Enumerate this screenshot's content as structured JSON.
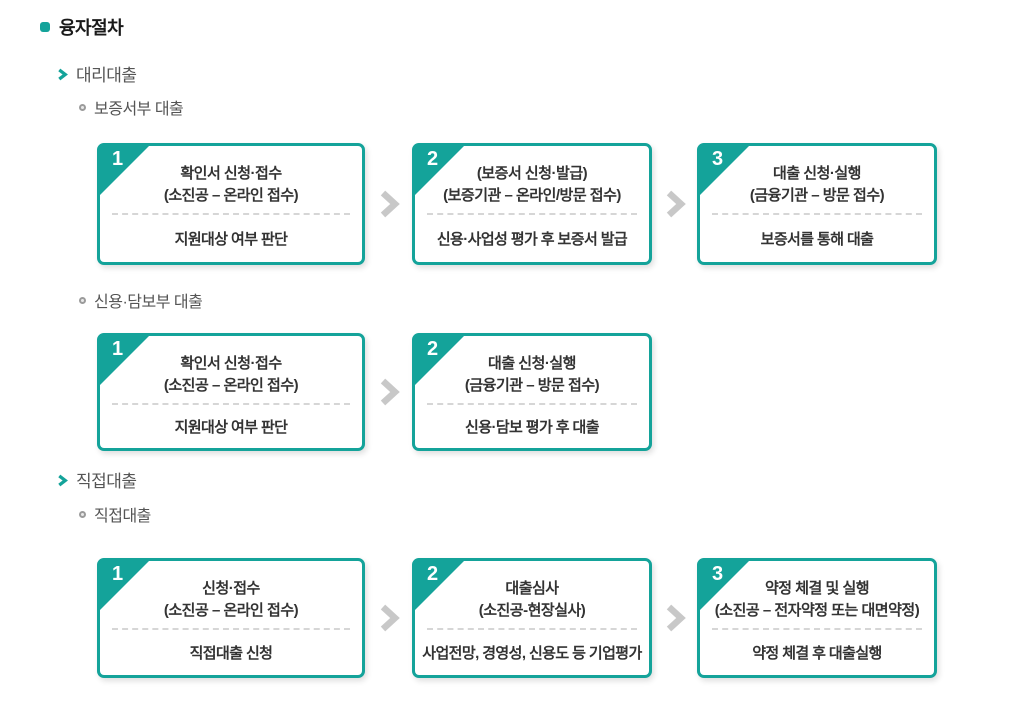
{
  "title": "융자절차",
  "colors": {
    "accent_teal": "#14a39a",
    "arrow_gray": "#c8c8c8",
    "text_dark": "#333333",
    "heading_gray": "#555555"
  },
  "sections": [
    {
      "label": "대리대출",
      "subsections": [
        {
          "label": "보증서부 대출",
          "steps": [
            {
              "num": "1",
              "title": "확인서 신청·접수",
              "subtitle": "(소진공 – 온라인 접수)",
              "desc": "지원대상 여부 판단"
            },
            {
              "num": "2",
              "title": "(보증서 신청·발급)",
              "subtitle": "(보증기관 – 온라인/방문 접수)",
              "desc": "신용·사업성 평가 후 보증서 발급"
            },
            {
              "num": "3",
              "title": "대출 신청·실행",
              "subtitle": "(금융기관 – 방문 접수)",
              "desc": "보증서를 통해 대출"
            }
          ]
        },
        {
          "label": "신용·담보부 대출",
          "steps": [
            {
              "num": "1",
              "title": "확인서 신청·접수",
              "subtitle": "(소진공 – 온라인 접수)",
              "desc": "지원대상 여부 판단"
            },
            {
              "num": "2",
              "title": "대출 신청·실행",
              "subtitle": "(금융기관 – 방문 접수)",
              "desc": "신용·담보 평가 후 대출"
            }
          ]
        }
      ]
    },
    {
      "label": "직접대출",
      "subsections": [
        {
          "label": "직접대출",
          "steps": [
            {
              "num": "1",
              "title": "신청·접수",
              "subtitle": "(소진공 – 온라인 접수)",
              "desc": "직접대출 신청"
            },
            {
              "num": "2",
              "title": "대출심사",
              "subtitle": "(소진공-현장실사)",
              "desc": "사업전망, 경영성, 신용도 등 기업평가"
            },
            {
              "num": "3",
              "title": "약정 체결 및 실행",
              "subtitle": "(소진공 – 전자약정 또는 대면약정)",
              "desc": "약정 체결 후 대출실행"
            }
          ]
        }
      ]
    }
  ]
}
